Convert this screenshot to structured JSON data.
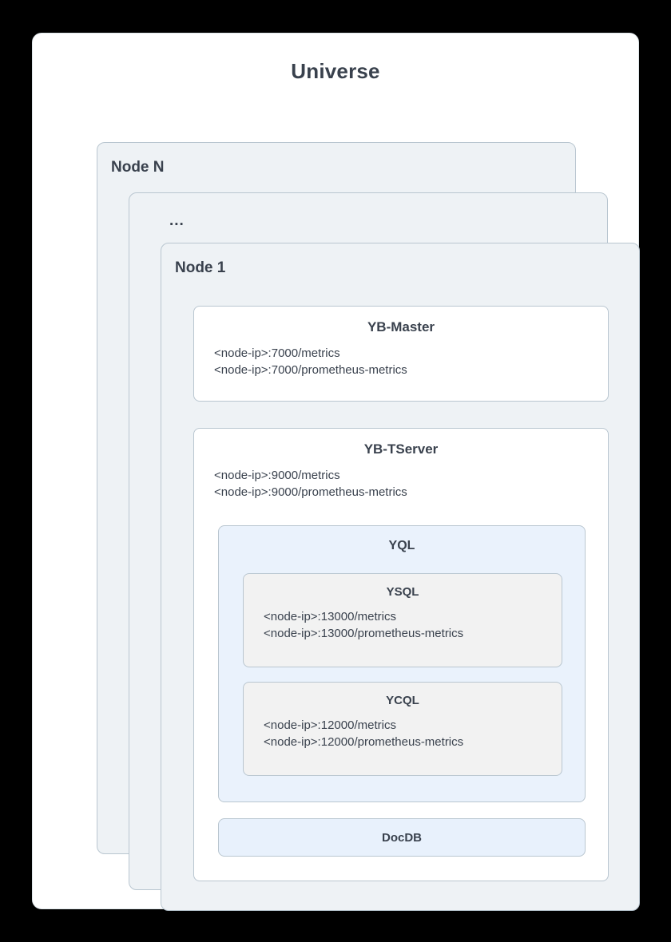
{
  "diagram": {
    "title": "Universe",
    "stack": [
      {
        "label": "Node N"
      },
      {
        "label": "..."
      },
      {
        "label": "Node 1"
      }
    ],
    "components": {
      "master": {
        "title": "YB-Master",
        "metrics_line_1": "<node-ip>:7000/metrics",
        "metrics_line_2": "<node-ip>:7000/prometheus-metrics"
      },
      "tserver": {
        "title": "YB-TServer",
        "metrics_line_1": "<node-ip>:9000/metrics",
        "metrics_line_2": "<node-ip>:9000/prometheus-metrics"
      },
      "yql": {
        "title": "YQL",
        "apis": [
          {
            "title": "YSQL",
            "metrics_line_1": "<node-ip>:13000/metrics",
            "metrics_line_2": "<node-ip>:13000/prometheus-metrics"
          },
          {
            "title": "YCQL",
            "metrics_line_1": "<node-ip>:12000/metrics",
            "metrics_line_2": "<node-ip>:12000/prometheus-metrics"
          }
        ]
      },
      "docdb": {
        "title": "DocDB"
      }
    }
  },
  "colors": {
    "page_background": "#000000",
    "card_background": "#ffffff",
    "node_fill": "#eef2f5",
    "border": "#b9c6d0",
    "yql_fill": "#eaf2fc",
    "api_fill": "#f2f2f2",
    "docdb_fill": "#e8f1fc",
    "text": "#39414d"
  }
}
